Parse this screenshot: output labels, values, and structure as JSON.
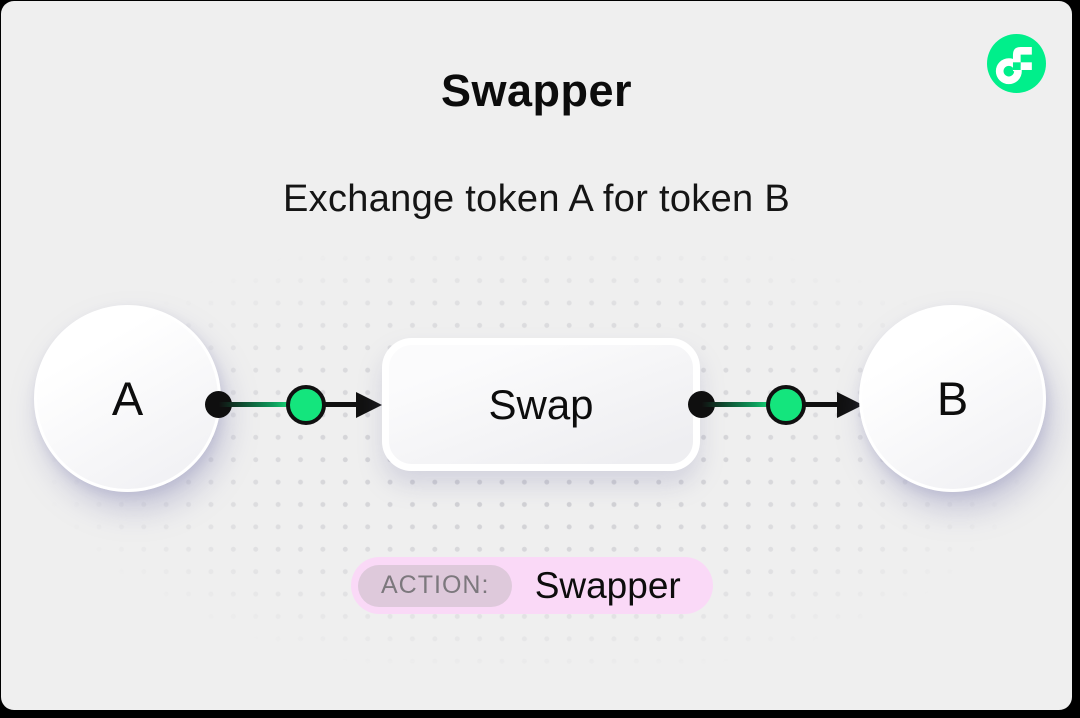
{
  "frame": {
    "background": "#000000",
    "canvas": "#EFEFEF"
  },
  "logo": {
    "name": "flow-logo",
    "color": "#00EF8B"
  },
  "header": {
    "title": "Swapper",
    "subtitle": "Exchange token A for token B"
  },
  "diagram": {
    "node_a": {
      "label": "A"
    },
    "swap_box": {
      "label": "Swap"
    },
    "node_b": {
      "label": "B"
    },
    "edges": [
      {
        "from": "A",
        "to": "Swap"
      },
      {
        "from": "Swap",
        "to": "B"
      }
    ],
    "connector_color": "#101010",
    "connector_accent": "#14E57D"
  },
  "action_badge": {
    "label": "ACTION:",
    "value": "Swapper",
    "background": "#FAD9F7",
    "label_background": "#DEC9DB",
    "label_color": "#7C787D"
  }
}
